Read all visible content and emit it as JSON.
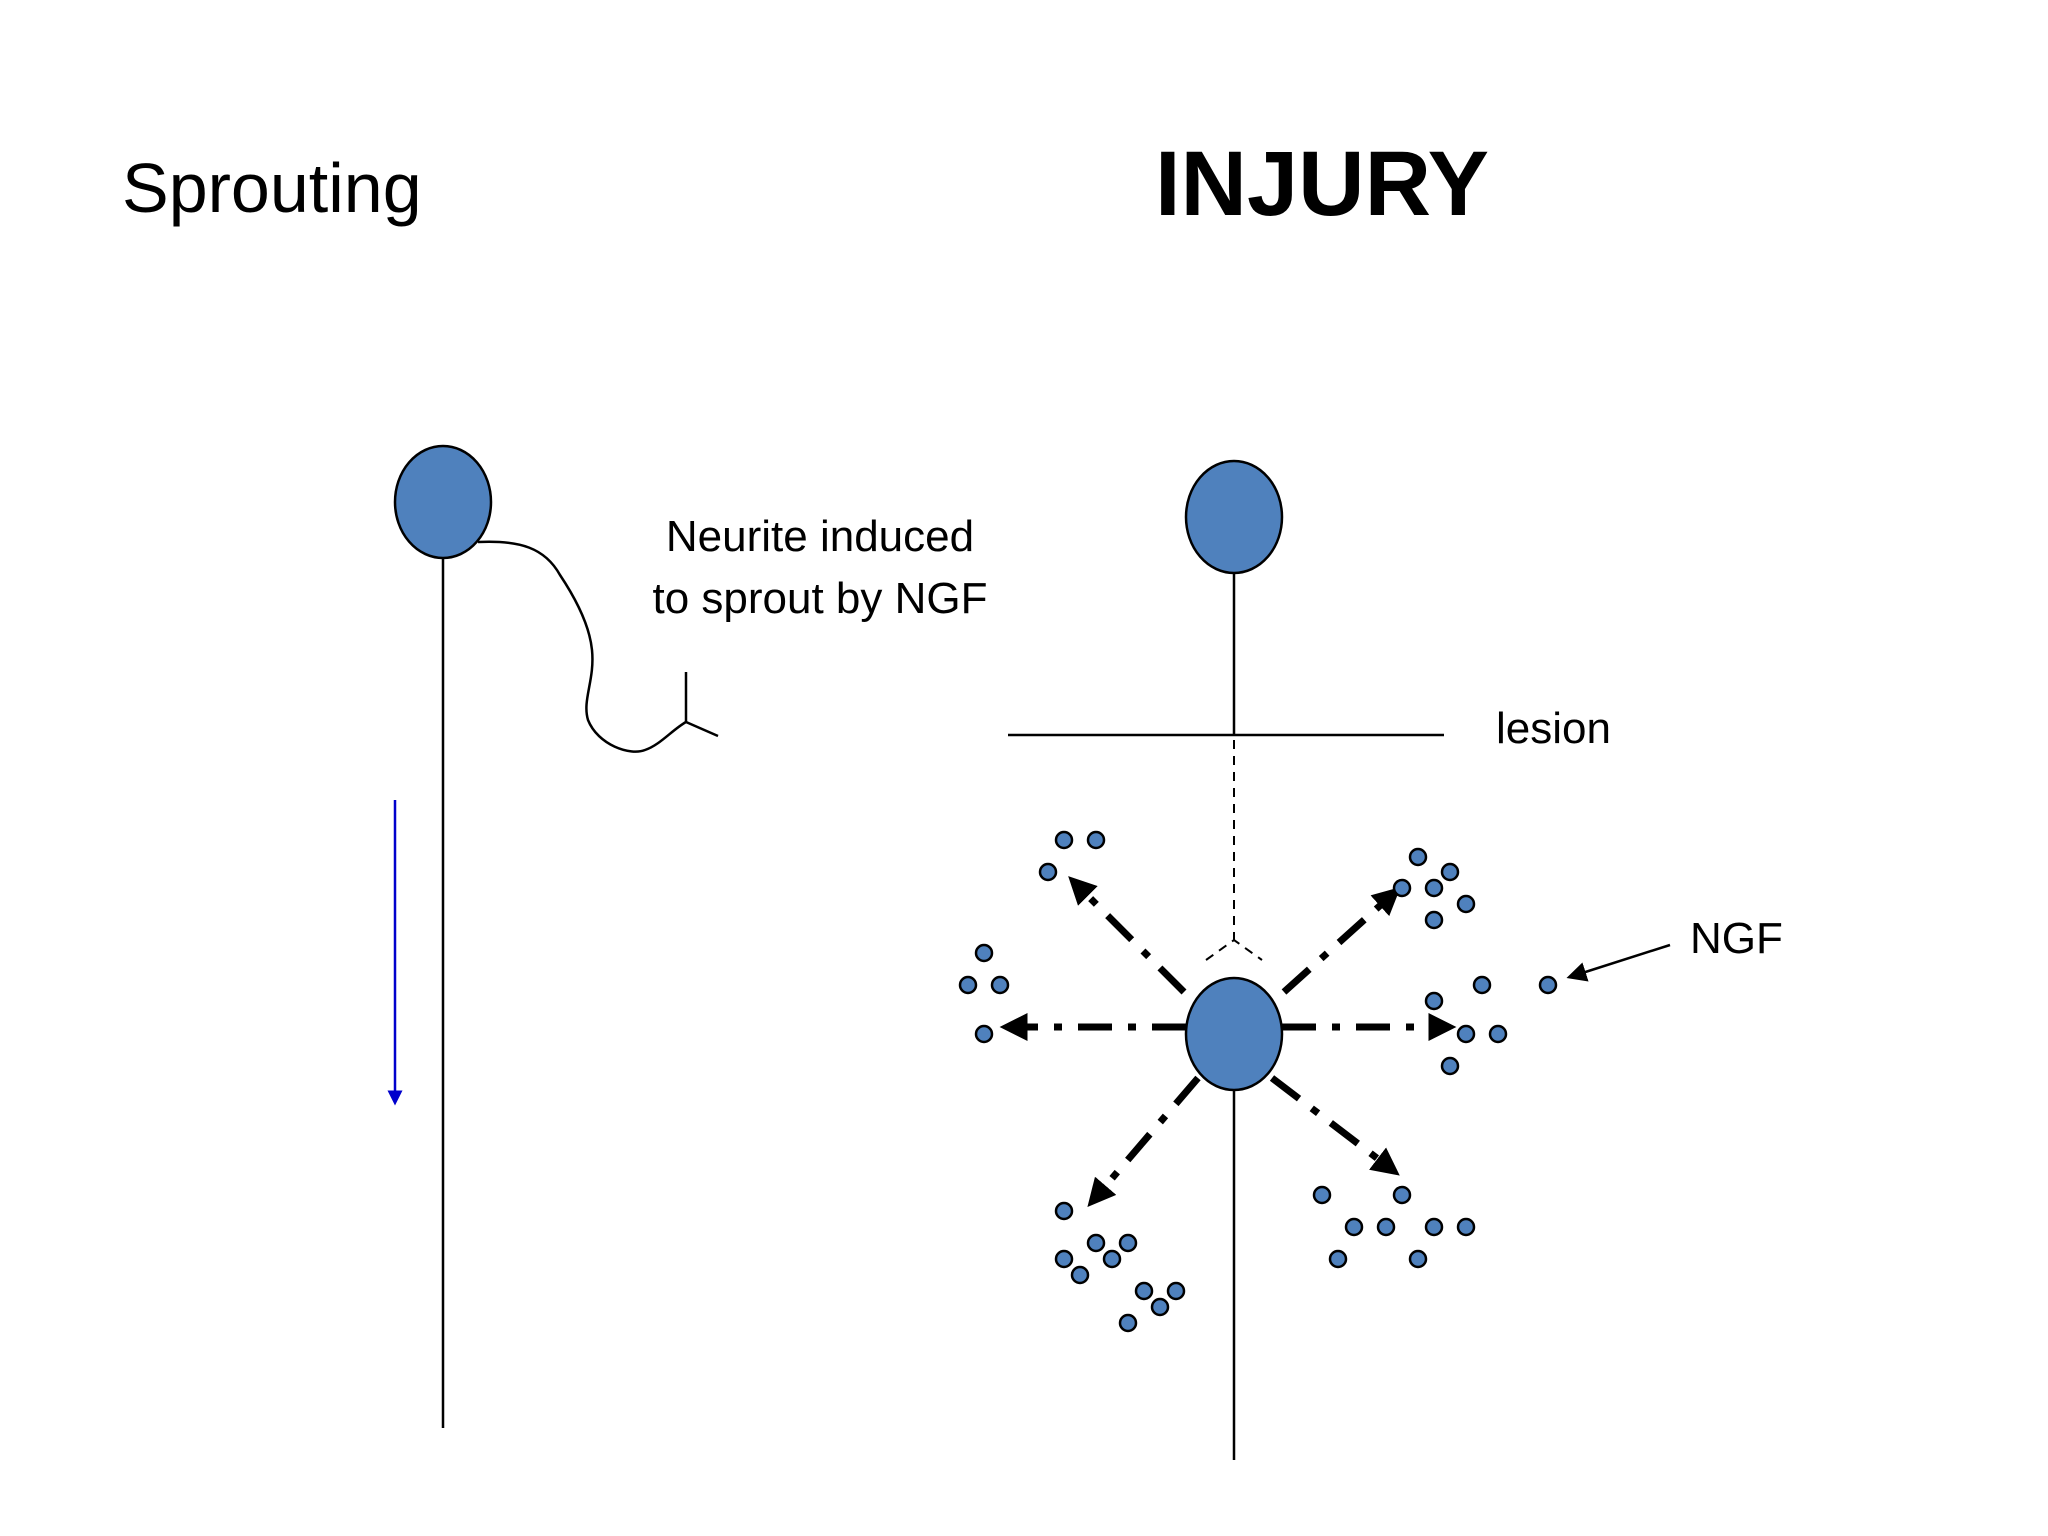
{
  "title": "Sprouting",
  "heading": "INJURY",
  "labels": {
    "neurite_line1": "Neurite induced",
    "neurite_line2": "to sprout by NGF",
    "lesion": "lesion",
    "ngf": "NGF"
  },
  "colors": {
    "cell_fill": "#4f81bd",
    "cell_stroke": "#000000",
    "transport_arrow": "#0000cc",
    "line": "#000000"
  }
}
